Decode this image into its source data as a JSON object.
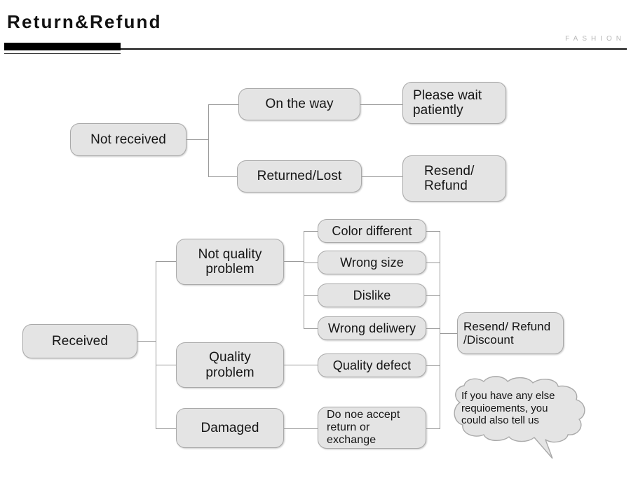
{
  "header": {
    "title": "Return&Refund",
    "brand": "FASHION"
  },
  "flow_not_received": {
    "root": "Not received",
    "branches": [
      {
        "status": "On the way",
        "action": "Please wait\npatiently"
      },
      {
        "status": "Returned/Lost",
        "action": "Resend/\nRefund"
      }
    ]
  },
  "flow_received": {
    "root": "Received",
    "categories": [
      {
        "label": "Not quality\nproblem",
        "reasons": [
          "Color different",
          "Wrong size",
          "Dislike",
          "Wrong deliwery"
        ]
      },
      {
        "label": "Quality\nproblem",
        "reasons": [
          "Quality defect"
        ]
      },
      {
        "label": "Damaged",
        "reasons": [
          "Do noe accept\nreturn or\nexchange"
        ]
      }
    ],
    "reason_boxes": [
      "Color different",
      "Wrong size",
      "Dislike",
      "Wrong deliwery",
      "Quality defect",
      "Do noe accept\nreturn or\nexchange"
    ],
    "outcome": "Resend/ Refund\n/Discount"
  },
  "callout": {
    "text": "If you have any else\nrequioements, you\ncould also tell us"
  },
  "colors": {
    "node_fill": "#e4e4e4",
    "node_border": "#a9a9a9",
    "connector": "#9a9a9a",
    "rule": "#111111",
    "brand_text": "#b9b9b9"
  }
}
